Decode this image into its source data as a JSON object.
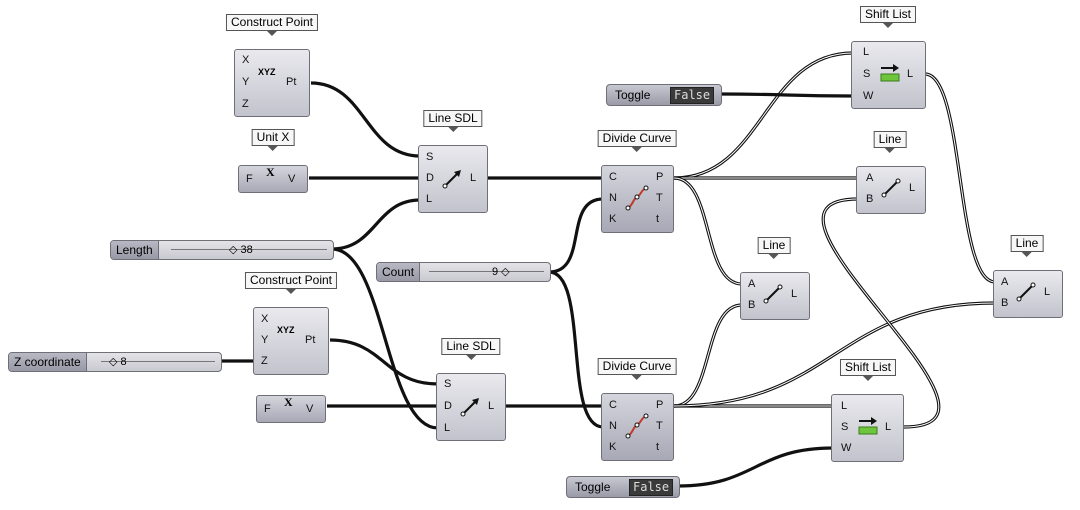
{
  "components": {
    "cp1": {
      "name": "Construct Point",
      "inputs": [
        "X",
        "Y",
        "Z"
      ],
      "outputs": [
        "Pt"
      ],
      "icon_text": "XYZ"
    },
    "unitx": {
      "name": "Unit X",
      "inputs": [
        "F"
      ],
      "outputs": [
        "V"
      ],
      "icon_text": "X"
    },
    "lsdl1": {
      "name": "Line SDL",
      "inputs": [
        "S",
        "D",
        "L"
      ],
      "outputs": [
        "L"
      ]
    },
    "div1": {
      "name": "Divide Curve",
      "inputs": [
        "C",
        "N",
        "K"
      ],
      "outputs": [
        "P",
        "T",
        "t"
      ]
    },
    "shift1": {
      "name": "Shift List",
      "inputs": [
        "L",
        "S",
        "W"
      ],
      "outputs": [
        "L"
      ]
    },
    "line1": {
      "name": "Line",
      "inputs": [
        "A",
        "B"
      ],
      "outputs": [
        "L"
      ]
    },
    "line2": {
      "name": "Line",
      "inputs": [
        "A",
        "B"
      ],
      "outputs": [
        "L"
      ]
    },
    "line3": {
      "name": "Line",
      "inputs": [
        "A",
        "B"
      ],
      "outputs": [
        "L"
      ]
    },
    "cp2": {
      "name": "Construct Point",
      "inputs": [
        "X",
        "Y",
        "Z"
      ],
      "outputs": [
        "Pt"
      ],
      "icon_text": "XYZ"
    },
    "unitz": {
      "inputs": [
        "F"
      ],
      "outputs": [
        "V"
      ],
      "icon_text": "X"
    },
    "lsdl2": {
      "name": "Line SDL",
      "inputs": [
        "S",
        "D",
        "L"
      ],
      "outputs": [
        "L"
      ]
    },
    "div2": {
      "name": "Divide Curve",
      "inputs": [
        "C",
        "N",
        "K"
      ],
      "outputs": [
        "P",
        "T",
        "t"
      ]
    },
    "shift2": {
      "name": "Shift List",
      "inputs": [
        "L",
        "S",
        "W"
      ],
      "outputs": [
        "L"
      ]
    }
  },
  "sliders": {
    "length": {
      "label": "Length",
      "value": "38"
    },
    "count": {
      "label": "Count",
      "value": "9"
    },
    "zcoord": {
      "label": "Z coordinate",
      "value": "8"
    }
  },
  "toggles": {
    "toggle1": {
      "label": "Toggle",
      "state": "False"
    },
    "toggle2": {
      "label": "Toggle",
      "state": "False"
    }
  },
  "colors": {
    "wire": "#111111",
    "component_body": "#c3c3cd",
    "toggle_state_bg": "#3a3a3a",
    "shift_icon_green": "#6cc53a"
  }
}
